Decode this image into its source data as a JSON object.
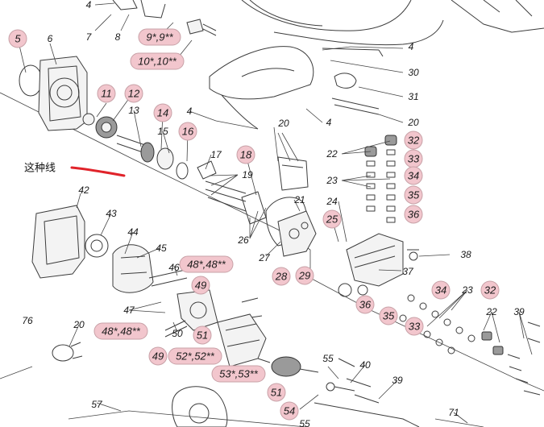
{
  "annotation": {
    "text": "这种线",
    "marker_color": "#e0232a"
  },
  "callout_color": "#f2c6cd",
  "labels": [
    {
      "id": "lbl-5",
      "text": "5",
      "style": "circle"
    },
    {
      "id": "lbl-6",
      "text": "6",
      "style": "plain"
    },
    {
      "id": "lbl-4a",
      "text": "4",
      "style": "plain"
    },
    {
      "id": "lbl-7",
      "text": "7",
      "style": "plain"
    },
    {
      "id": "lbl-8",
      "text": "8",
      "style": "plain"
    },
    {
      "id": "lbl-9",
      "text": "9*,9**",
      "style": "pill"
    },
    {
      "id": "lbl-10",
      "text": "10*,10**",
      "style": "pill"
    },
    {
      "id": "lbl-4b",
      "text": "4",
      "style": "plain"
    },
    {
      "id": "lbl-30",
      "text": "30",
      "style": "plain"
    },
    {
      "id": "lbl-31",
      "text": "31",
      "style": "plain"
    },
    {
      "id": "lbl-20a",
      "text": "20",
      "style": "plain"
    },
    {
      "id": "lbl-4c",
      "text": "4",
      "style": "plain"
    },
    {
      "id": "lbl-11",
      "text": "11",
      "style": "circle"
    },
    {
      "id": "lbl-12",
      "text": "12",
      "style": "circle"
    },
    {
      "id": "lbl-13",
      "text": "13",
      "style": "plain"
    },
    {
      "id": "lbl-14",
      "text": "14",
      "style": "circle"
    },
    {
      "id": "lbl-4d",
      "text": "4",
      "style": "plain"
    },
    {
      "id": "lbl-15",
      "text": "15",
      "style": "plain"
    },
    {
      "id": "lbl-16",
      "text": "16",
      "style": "circle"
    },
    {
      "id": "lbl-20b",
      "text": "20",
      "style": "plain"
    },
    {
      "id": "lbl-17",
      "text": "17",
      "style": "plain"
    },
    {
      "id": "lbl-18",
      "text": "18",
      "style": "circle"
    },
    {
      "id": "lbl-19",
      "text": "19",
      "style": "plain"
    },
    {
      "id": "lbl-22a",
      "text": "22",
      "style": "plain"
    },
    {
      "id": "lbl-32a",
      "text": "32",
      "style": "circle"
    },
    {
      "id": "lbl-33a",
      "text": "33",
      "style": "circle"
    },
    {
      "id": "lbl-23a",
      "text": "23",
      "style": "plain"
    },
    {
      "id": "lbl-34a",
      "text": "34",
      "style": "circle"
    },
    {
      "id": "lbl-35a",
      "text": "35",
      "style": "circle"
    },
    {
      "id": "lbl-21",
      "text": "21",
      "style": "plain"
    },
    {
      "id": "lbl-24",
      "text": "24",
      "style": "plain"
    },
    {
      "id": "lbl-36a",
      "text": "36",
      "style": "circle"
    },
    {
      "id": "lbl-42",
      "text": "42",
      "style": "plain"
    },
    {
      "id": "lbl-43",
      "text": "43",
      "style": "plain"
    },
    {
      "id": "lbl-26",
      "text": "26",
      "style": "plain"
    },
    {
      "id": "lbl-25",
      "text": "25",
      "style": "circle"
    },
    {
      "id": "lbl-44",
      "text": "44",
      "style": "plain"
    },
    {
      "id": "lbl-45",
      "text": "45",
      "style": "plain"
    },
    {
      "id": "lbl-27",
      "text": "27",
      "style": "plain"
    },
    {
      "id": "lbl-38",
      "text": "38",
      "style": "plain"
    },
    {
      "id": "lbl-48a",
      "text": "48*,48**",
      "style": "pill"
    },
    {
      "id": "lbl-46",
      "text": "46",
      "style": "plain"
    },
    {
      "id": "lbl-28",
      "text": "28",
      "style": "circle"
    },
    {
      "id": "lbl-29",
      "text": "29",
      "style": "circle"
    },
    {
      "id": "lbl-37",
      "text": "37",
      "style": "plain"
    },
    {
      "id": "lbl-49a",
      "text": "49",
      "style": "circle"
    },
    {
      "id": "lbl-34b",
      "text": "34",
      "style": "circle"
    },
    {
      "id": "lbl-23b",
      "text": "23",
      "style": "plain"
    },
    {
      "id": "lbl-32b",
      "text": "32",
      "style": "circle"
    },
    {
      "id": "lbl-47",
      "text": "47",
      "style": "plain"
    },
    {
      "id": "lbl-36b",
      "text": "36",
      "style": "circle"
    },
    {
      "id": "lbl-35b",
      "text": "35",
      "style": "circle"
    },
    {
      "id": "lbl-22b",
      "text": "22",
      "style": "plain"
    },
    {
      "id": "lbl-39a",
      "text": "39",
      "style": "plain"
    },
    {
      "id": "lbl-76",
      "text": "76",
      "style": "plain"
    },
    {
      "id": "lbl-20c",
      "text": "20",
      "style": "plain"
    },
    {
      "id": "lbl-48b",
      "text": "48*,48**",
      "style": "pill"
    },
    {
      "id": "lbl-50",
      "text": "50",
      "style": "plain"
    },
    {
      "id": "lbl-51a",
      "text": "51",
      "style": "circle"
    },
    {
      "id": "lbl-33b",
      "text": "33",
      "style": "circle"
    },
    {
      "id": "lbl-49b",
      "text": "49",
      "style": "circle"
    },
    {
      "id": "lbl-52",
      "text": "52*,52**",
      "style": "pill"
    },
    {
      "id": "lbl-55a",
      "text": "55",
      "style": "plain"
    },
    {
      "id": "lbl-40",
      "text": "40",
      "style": "plain"
    },
    {
      "id": "lbl-53",
      "text": "53*,53**",
      "style": "pill"
    },
    {
      "id": "lbl-39b",
      "text": "39",
      "style": "plain"
    },
    {
      "id": "lbl-51b",
      "text": "51",
      "style": "circle"
    },
    {
      "id": "lbl-57",
      "text": "57",
      "style": "plain"
    },
    {
      "id": "lbl-54",
      "text": "54",
      "style": "circle"
    },
    {
      "id": "lbl-71",
      "text": "71",
      "style": "plain"
    },
    {
      "id": "lbl-55b",
      "text": "55",
      "style": "plain"
    }
  ]
}
